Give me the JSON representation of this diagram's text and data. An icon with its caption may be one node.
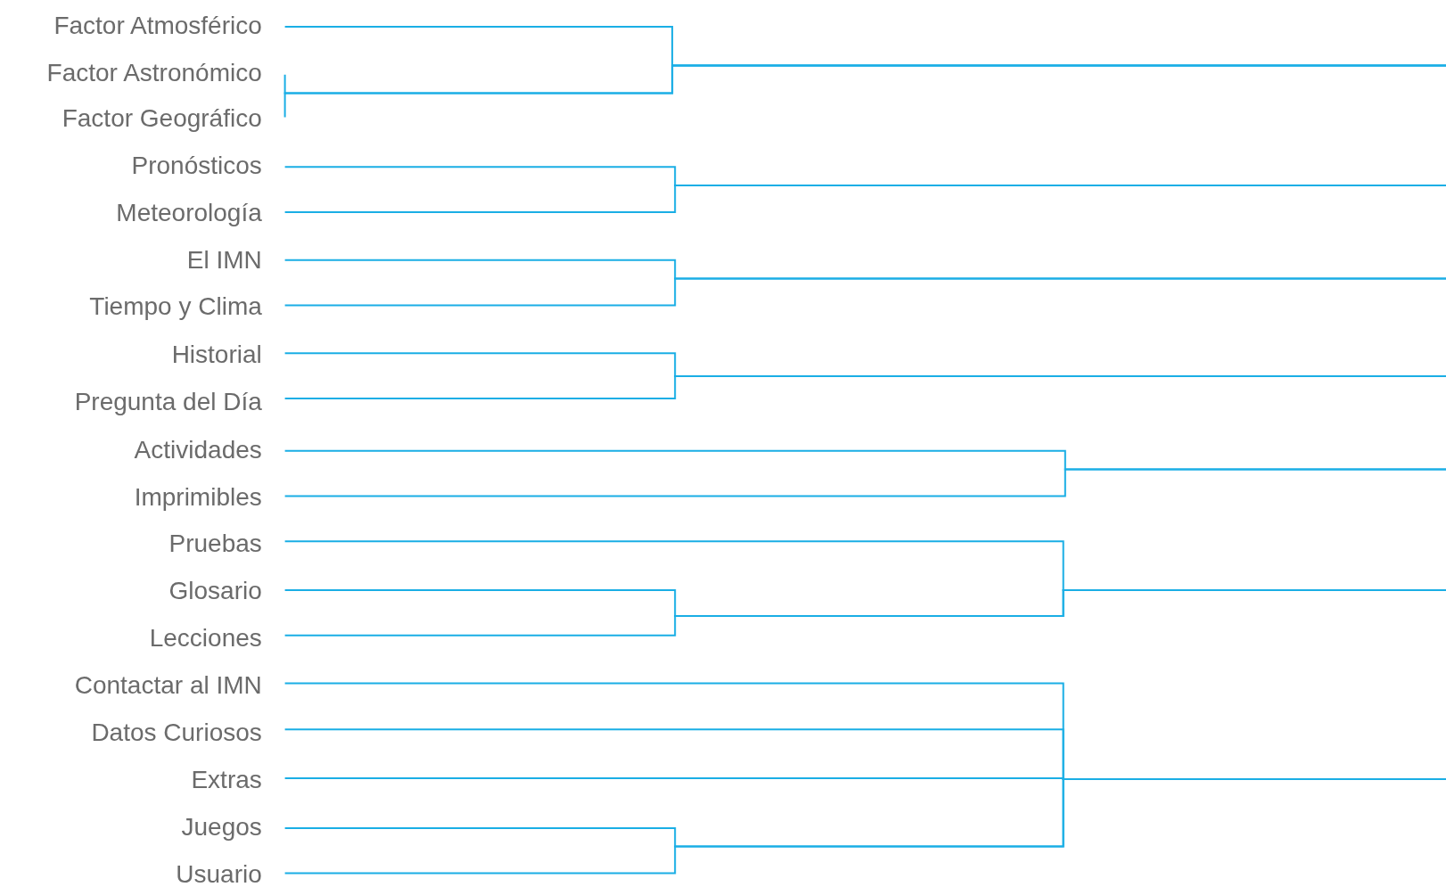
{
  "diagram": {
    "nodes": [
      {
        "text": [
          "Factor Atmosférico"
        ]
      },
      {
        "text": [
          "Factor Astronómico"
        ]
      },
      {
        "text": [
          "Factor Geográfico"
        ]
      },
      {
        "text": [
          "Pronósticos"
        ]
      },
      {
        "text": [
          "Meteorología"
        ]
      },
      {
        "text": [
          "El IMN"
        ]
      },
      {
        "text": [
          "Tiempo y Clima"
        ]
      },
      {
        "text": [
          "Historial"
        ]
      },
      {
        "text": [
          "Pregunta del Día"
        ]
      },
      {
        "text": [
          "Actividades"
        ]
      },
      {
        "text": [
          "Imprimibles"
        ]
      },
      {
        "text": [
          "Pruebas"
        ]
      },
      {
        "text": [
          "Glosario"
        ]
      },
      {
        "text": [
          "Lecciones"
        ]
      },
      {
        "text": [
          "Contactar al IMN"
        ]
      },
      {
        "text": [
          "Datos Curiosos"
        ]
      },
      {
        "text": [
          "Extras"
        ]
      },
      {
        "text": [
          "Juegos"
        ]
      },
      {
        "text": [
          "Usuario"
        ]
      }
    ],
    "edges": [
      {
        "from": 0,
        "to": null,
        "arrow": "none"
      },
      {
        "from": 1,
        "to": null,
        "arrow": "none"
      },
      {
        "from": 2,
        "to": null,
        "arrow": "none"
      },
      {
        "from": 3,
        "to": null,
        "arrow": "none"
      },
      {
        "from": 4,
        "to": null,
        "arrow": "none"
      },
      {
        "from": 5,
        "to": null,
        "arrow": "none"
      },
      {
        "from": 6,
        "to": null,
        "arrow": "none"
      },
      {
        "from": 7,
        "to": null,
        "arrow": "none"
      },
      {
        "from": 8,
        "to": null,
        "arrow": "none"
      },
      {
        "from": 9,
        "to": null,
        "arrow": "none"
      },
      {
        "from": 10,
        "to": null,
        "arrow": "none"
      },
      {
        "from": 11,
        "to": null,
        "arrow": "none"
      },
      {
        "from": 12,
        "to": null,
        "arrow": "none"
      },
      {
        "from": 13,
        "to": null,
        "arrow": "none"
      },
      {
        "from": 14,
        "to": null,
        "arrow": "none"
      },
      {
        "from": 15,
        "to": null,
        "arrow": "none"
      },
      {
        "from": 16,
        "to": null,
        "arrow": "none"
      },
      {
        "from": 17,
        "to": null,
        "arrow": "none"
      },
      {
        "from": 18,
        "to": null,
        "arrow": "none"
      }
    ]
  }
}
